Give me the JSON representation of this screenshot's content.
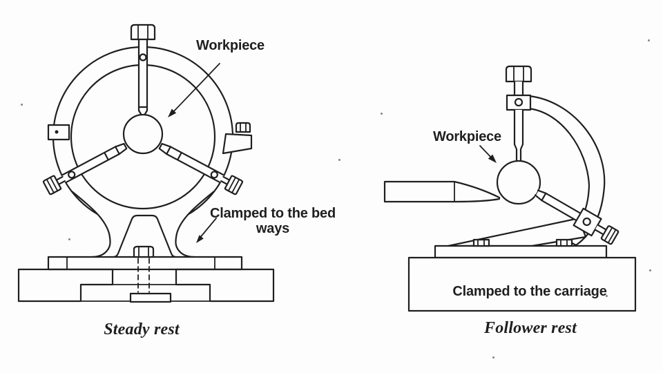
{
  "page": {
    "background": "#fdfdfd",
    "ink": "#1f1f1f"
  },
  "steady_rest": {
    "caption": "Steady rest",
    "workpiece_label": "Workpiece",
    "clamp_label_line1": "Clamped to the bed",
    "clamp_label_line2": "ways"
  },
  "follower_rest": {
    "caption": "Follower rest",
    "workpiece_label": "Workpiece",
    "clamp_label": "Clamped to the carriage"
  }
}
